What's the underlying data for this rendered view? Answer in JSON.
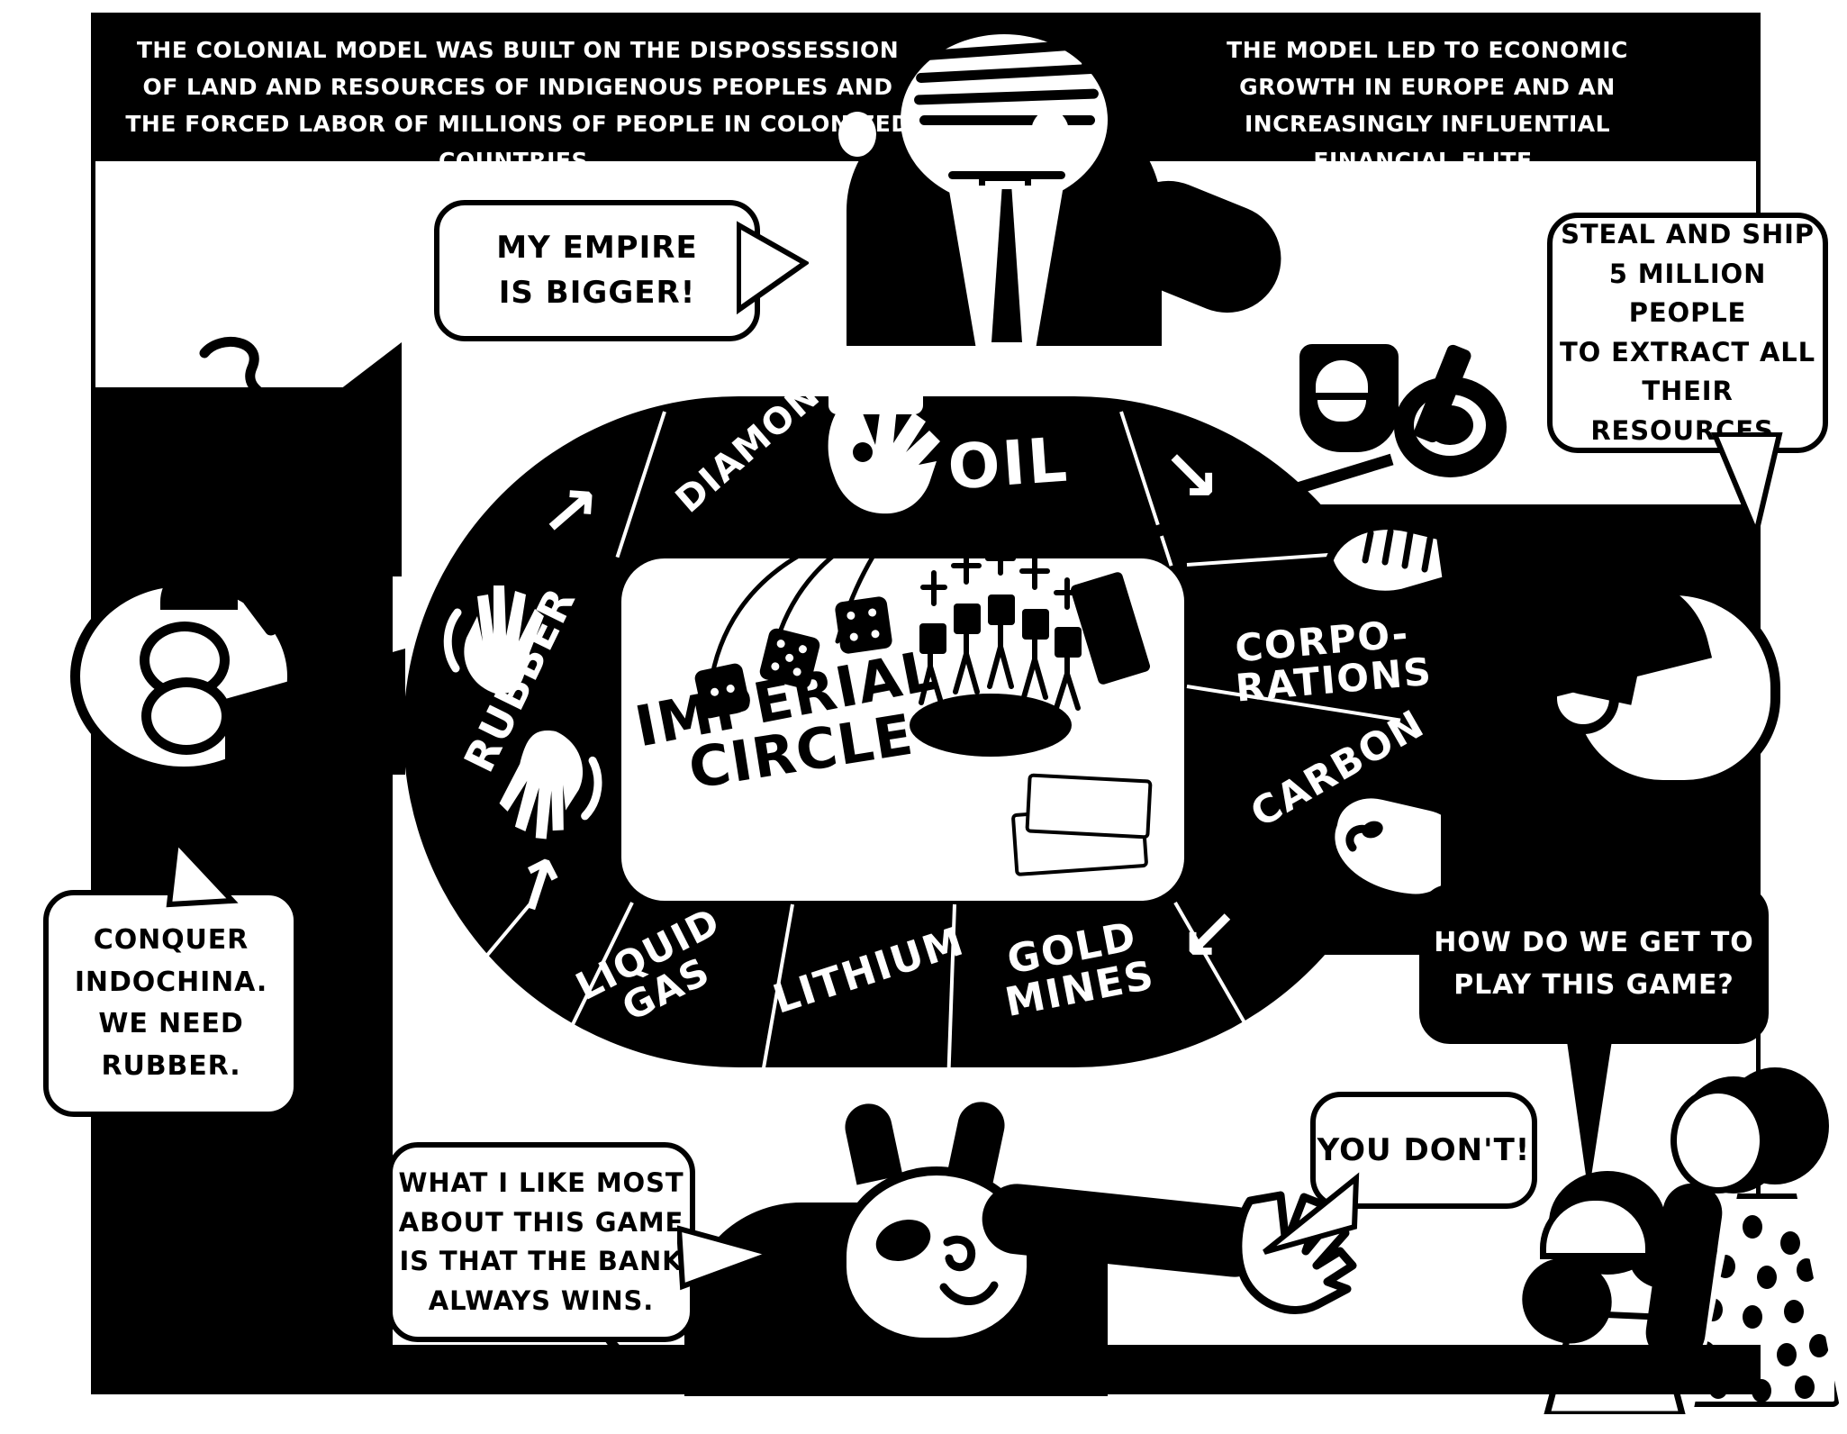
{
  "frame": {
    "background_color": "#ffffff",
    "ink_color": "#000000"
  },
  "captions": {
    "left": "THE COLONIAL MODEL WAS BUILT ON THE DISPOSSESSION OF LAND AND RESOURCES OF INDIGENOUS PEOPLES AND THE FORCED LABOR OF MILLIONS OF PEOPLE IN COLONIZED COUNTRIES.",
    "right": "THE MODEL LED TO ECONOMIC GROWTH IN EUROPE AND AN INCREASINGLY INFLUENTIAL FINANCIAL ELITE."
  },
  "board": {
    "center_title_line1": "IMPERIAL",
    "center_title_line2": "CIRCLE",
    "segments": [
      {
        "id": "diamonds",
        "label": "DIAMONDS"
      },
      {
        "id": "oil",
        "label": "OIL"
      },
      {
        "id": "corporations",
        "label": "CORPO-\nRATIONS"
      },
      {
        "id": "carbon",
        "label": "CARBON"
      },
      {
        "id": "gold-mines",
        "label": "GOLD\nMINES"
      },
      {
        "id": "lithium",
        "label": "LITHIUM"
      },
      {
        "id": "liquid-gas",
        "label": "LIQUID\nGAS"
      },
      {
        "id": "rubber",
        "label": "RUBBER"
      }
    ],
    "arrows": [
      {
        "id": "arrow-up-left",
        "glyph": "↗"
      },
      {
        "id": "arrow-down-right-top",
        "glyph": "↘"
      },
      {
        "id": "arrow-down-left",
        "glyph": "↙"
      },
      {
        "id": "arrow-up-right-bottom",
        "glyph": "↑"
      }
    ]
  },
  "bubbles": [
    {
      "id": "my-empire",
      "text": "MY EMPIRE\nIS BIGGER!",
      "style": "light"
    },
    {
      "id": "steal-and-ship",
      "text": "STEAL AND SHIP\n5 MILLION PEOPLE\nTO EXTRACT ALL\nTHEIR RESOURCES.",
      "style": "light"
    },
    {
      "id": "conquer-indochina",
      "text": "CONQUER\nINDOCHINA.\nWE NEED\nRUBBER.",
      "style": "light"
    },
    {
      "id": "bank-always-wins",
      "text": "WHAT I LIKE MOST\nABOUT THIS GAME\nIS THAT THE BANK\nALWAYS WINS.",
      "style": "light"
    },
    {
      "id": "how-do-we-play",
      "text": "HOW DO WE GET TO\nPLAY THIS GAME?",
      "style": "dark"
    },
    {
      "id": "you-dont",
      "text": "YOU DON'T!",
      "style": "light"
    }
  ],
  "objects": {
    "dice_count": 3,
    "glass": "drinking-glass",
    "ashtray": "ashtray-with-cigarette",
    "books": "stack-of-books",
    "pointer": "croupier-rake"
  }
}
